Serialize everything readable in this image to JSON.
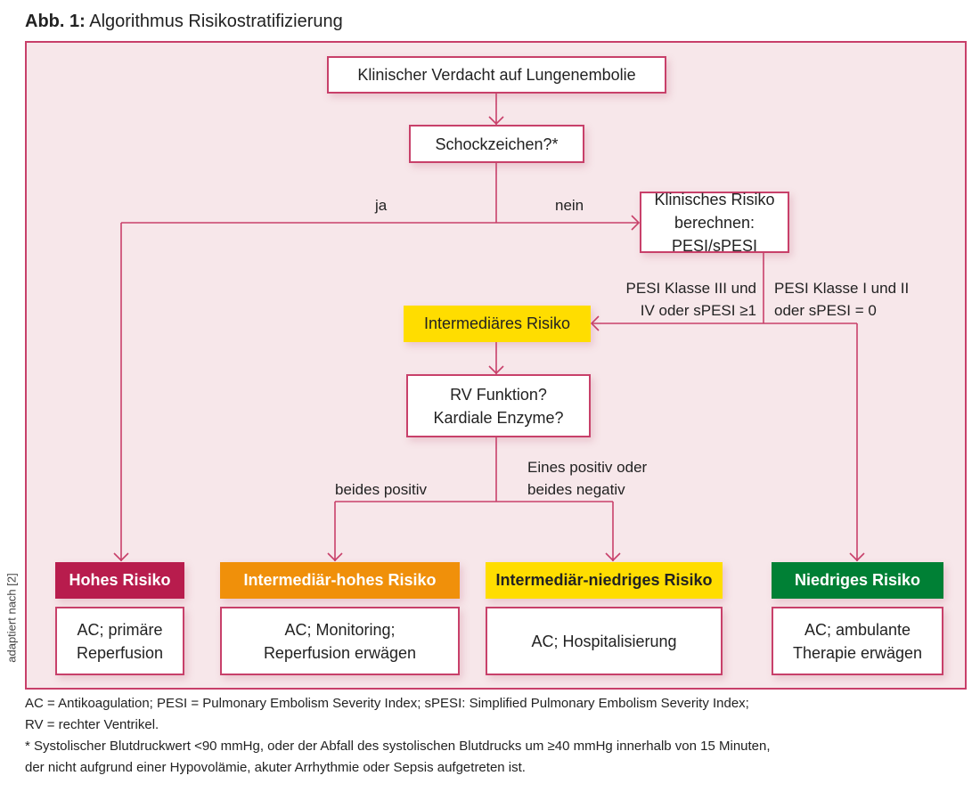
{
  "figure": {
    "label": "Abb. 1:",
    "title": "Algorithmus Risikostratifizierung",
    "credit": "adaptiert nach [2]"
  },
  "colors": {
    "line": "#c8406a",
    "background": "#f7e7ea",
    "high_risk": "#b81c4d",
    "intermediate_high": "#f0900a",
    "intermediate": "#ffdd00",
    "low_risk": "#008035"
  },
  "nodes": {
    "suspicion": "Klinischer Verdacht auf Lungenembolie",
    "shock": "Schockzeichen?*",
    "clinical_risk": [
      "Klinisches Risiko berechnen:",
      "PESI/sPESI"
    ],
    "intermediate": "Intermediäres Risiko",
    "rv_check": [
      "RV Funktion?",
      "Kardiale Enzyme?"
    ]
  },
  "edge_labels": {
    "yes": "ja",
    "no": "nein",
    "pesi_high": [
      "PESI Klasse III und",
      "IV oder sPESI ≥1"
    ],
    "pesi_low": [
      "PESI Klasse I und II",
      "oder sPESI = 0"
    ],
    "both_positive": "beides positiv",
    "one_positive": [
      "Eines positiv oder",
      "beides negativ"
    ]
  },
  "outcomes": [
    {
      "header": "Hohes Risiko",
      "action": [
        "AC; primäre",
        "Reperfusion"
      ]
    },
    {
      "header": "Intermediär-hohes Risiko",
      "action": [
        "AC; Monitoring;",
        "Reperfusion erwägen"
      ]
    },
    {
      "header": "Intermediär-niedriges Risiko",
      "action": [
        "AC; Hospitalisierung"
      ]
    },
    {
      "header": "Niedriges Risiko",
      "action": [
        "AC; ambulante",
        "Therapie erwägen"
      ]
    }
  ],
  "footnotes": {
    "abbrev_1": "AC = Antikoagulation; PESI = Pulmonary Embolism Severity Index; sPESI: Simplified Pulmonary Embolism Severity Index;",
    "abbrev_2": "RV = rechter Ventrikel.",
    "shock_1": "* Systolischer Blutdruckwert <90 mmHg, oder der Abfall des systolischen Blutdrucks um ≥40 mmHg innerhalb von 15 Minuten,",
    "shock_2": "der nicht aufgrund einer Hypovolämie, akuter Arrhythmie oder Sepsis aufgetreten ist."
  }
}
